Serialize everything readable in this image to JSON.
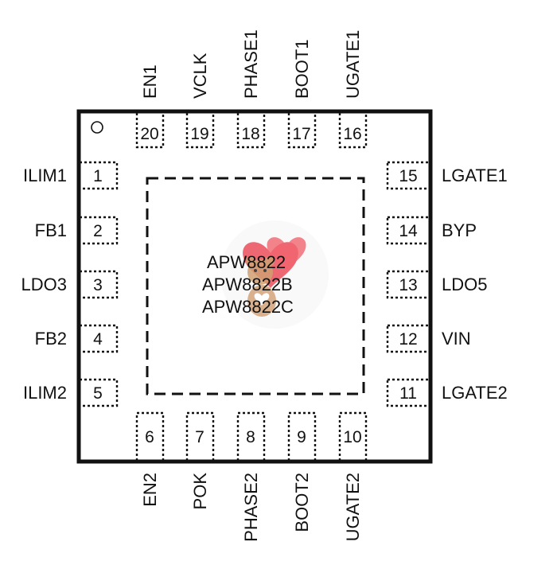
{
  "diagram": {
    "pins": {
      "left": [
        {
          "number": "1",
          "name": "ILIM1"
        },
        {
          "number": "2",
          "name": "FB1"
        },
        {
          "number": "3",
          "name": "LDO3"
        },
        {
          "number": "4",
          "name": "FB2"
        },
        {
          "number": "5",
          "name": "ILIM2"
        }
      ],
      "bottom": [
        {
          "number": "6",
          "name": "EN2"
        },
        {
          "number": "7",
          "name": "POK"
        },
        {
          "number": "8",
          "name": "PHASE2"
        },
        {
          "number": "9",
          "name": "BOOT2"
        },
        {
          "number": "10",
          "name": "UGATE2"
        }
      ],
      "right": [
        {
          "number": "11",
          "name": "LGATE2"
        },
        {
          "number": "12",
          "name": "VIN"
        },
        {
          "number": "13",
          "name": "LDO5"
        },
        {
          "number": "14",
          "name": "BYP"
        },
        {
          "number": "15",
          "name": "LGATE1"
        }
      ],
      "top": [
        {
          "number": "16",
          "name": "UGATE1"
        },
        {
          "number": "17",
          "name": "BOOT1"
        },
        {
          "number": "18",
          "name": "PHASE1"
        },
        {
          "number": "19",
          "name": "VCLK"
        },
        {
          "number": "20",
          "name": "EN1"
        }
      ]
    },
    "part_numbers": [
      "APW8822",
      "APW8822B",
      "APW8822C"
    ],
    "colors": {
      "outline": "#111111",
      "watermark_heart": "#e8303f",
      "watermark_bear": "#c98f5a"
    },
    "icons": [
      "pin1-marker-icon",
      "bear-heart-watermark-icon"
    ]
  }
}
